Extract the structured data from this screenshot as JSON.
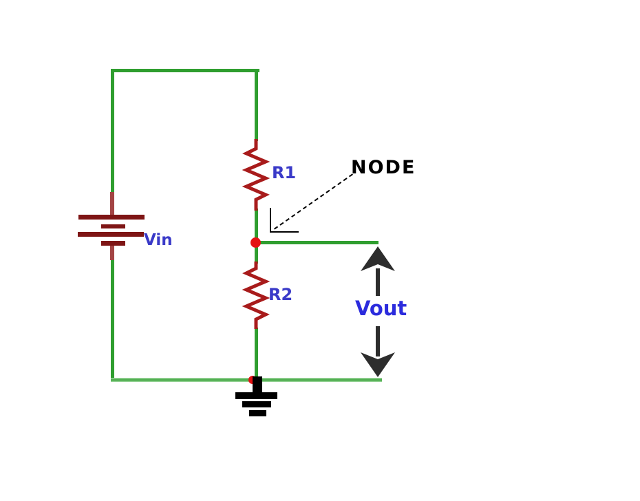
{
  "diagram": {
    "type": "circuit-schematic",
    "description": "Resistive voltage divider circuit",
    "labels": {
      "vin": "Vin",
      "r1": "R1",
      "r2": "R2",
      "node": "NODE",
      "vout": "Vout"
    },
    "components": [
      {
        "id": "vin",
        "kind": "dc-voltage-source",
        "label": "Vin"
      },
      {
        "id": "r1",
        "kind": "resistor",
        "label": "R1"
      },
      {
        "id": "r2",
        "kind": "resistor",
        "label": "R2"
      },
      {
        "id": "node",
        "kind": "junction",
        "label": "NODE"
      },
      {
        "id": "vout",
        "kind": "measured-output-voltage",
        "label": "Vout"
      },
      {
        "id": "gnd",
        "kind": "earth-ground",
        "label": ""
      }
    ],
    "colors": {
      "background": "#ffffff",
      "wire_green": "#2f9e2f",
      "wire_green_light": "#8cce8c",
      "battery_maroon": "#7e1515",
      "battery_stub": "#a34444",
      "resistor_red": "#a81b1b",
      "node_dot_red": "#e51212",
      "label_blue": "#3a3ac8",
      "vout_blue": "#2b2bdd",
      "node_text_black": "#000000",
      "arrow_dark": "#2d2d2d",
      "ground_black": "#000000"
    }
  }
}
